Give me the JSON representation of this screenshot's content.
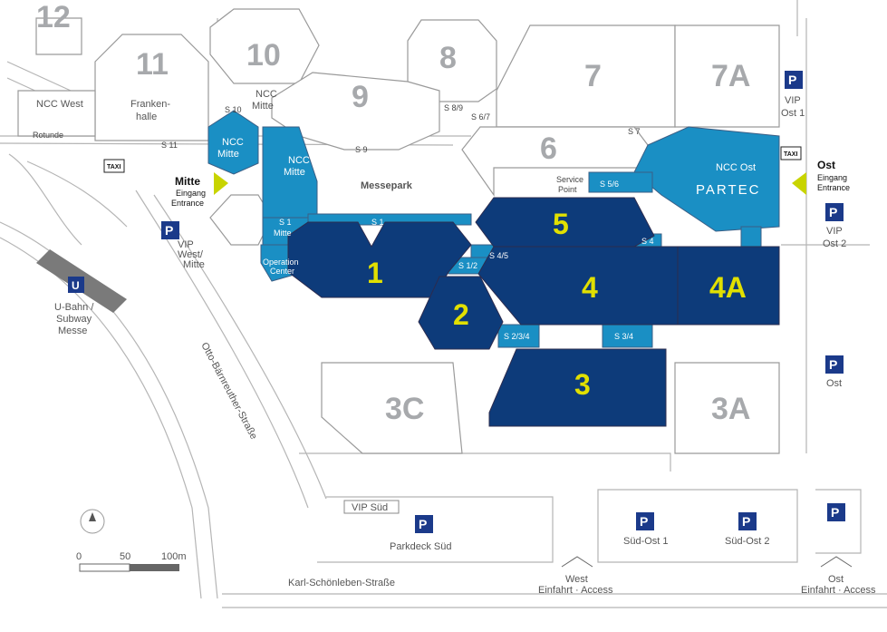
{
  "halls_grey": {
    "h12": "12",
    "h11": "11",
    "h10": "10",
    "h8": "8",
    "h7": "7",
    "h7a": "7A",
    "h9": "9",
    "h6": "6",
    "h3c": "3C",
    "h3a": "3A"
  },
  "halls_main": {
    "h1": "1",
    "h2": "2",
    "h3": "3",
    "h4": "4",
    "h4a": "4A",
    "h5": "5"
  },
  "labels": {
    "ncc_west": "NCC West",
    "frankenhalle_1": "Franken-",
    "frankenhalle_2": "halle",
    "rotunde": "Rotunde",
    "ncc_mitte_top_1": "NCC",
    "ncc_mitte_top_2": "Mitte",
    "ncc_mitte_a_1": "NCC",
    "ncc_mitte_a_2": "Mitte",
    "ncc_mitte_b_1": "NCC",
    "ncc_mitte_b_2": "Mitte",
    "s10": "S 10",
    "s11": "S 11",
    "s9": "S 9",
    "s89": "S 8/9",
    "s67": "S 6/7",
    "s7": "S 7",
    "s56": "S 5/6",
    "s4": "S 4",
    "s1": "S 1",
    "s1mitte_1": "S 1",
    "s1mitte_2": "Mitte",
    "s45": "S 4/5",
    "s12": "S 1/2",
    "s234": "S 2/3/4",
    "s34": "S 3/4",
    "messepark": "Messepark",
    "service_point_1": "Service",
    "service_point_2": "Point",
    "operation_center_1": "Operation",
    "operation_center_2": "Center",
    "ncc_ost": "NCC Ost",
    "partec": "PARTEC",
    "mitte_title": "Mitte",
    "mitte_eingang": "Eingang",
    "mitte_entrance": "Entrance",
    "ost_title": "Ost",
    "ost_eingang": "Eingang",
    "ost_entrance": "Entrance",
    "taxi1": "TAXI",
    "taxi2": "TAXI",
    "vip_west_1": "VIP",
    "vip_west_2": "West/",
    "vip_west_3": "Mitte",
    "vip_ost1_1": "VIP",
    "vip_ost1_2": "Ost 1",
    "vip_ost2_1": "VIP",
    "vip_ost2_2": "Ost 2",
    "ost_parking": "Ost",
    "ubahn_1": "U-Bahn /",
    "ubahn_2": "Subway",
    "ubahn_3": "Messe",
    "u": "U",
    "street_otto": "Otto-Bärnreuther-Straße",
    "street_karl": "Karl-Schönleben-Straße",
    "vip_sued": "VIP Süd",
    "parkdeck_sued": "Parkdeck Süd",
    "sued_ost_1": "Süd-Ost 1",
    "sued_ost_2": "Süd-Ost 2",
    "west_access_1": "West",
    "west_access_2": "Einfahrt · Access",
    "ost_access_1": "Ost",
    "ost_access_2": "Einfahrt · Access",
    "scale_0": "0",
    "scale_50": "50",
    "scale_100": "100m",
    "p": "P"
  },
  "colors": {
    "hall_navy": "#0d3b7a",
    "ncc_blue": "#1a8fc4",
    "hall_number_yellow": "#e1e000",
    "grey_text": "#a7a9ac",
    "entrance_arrow": "#c8d400",
    "parking_blue": "#1b3a8a"
  }
}
